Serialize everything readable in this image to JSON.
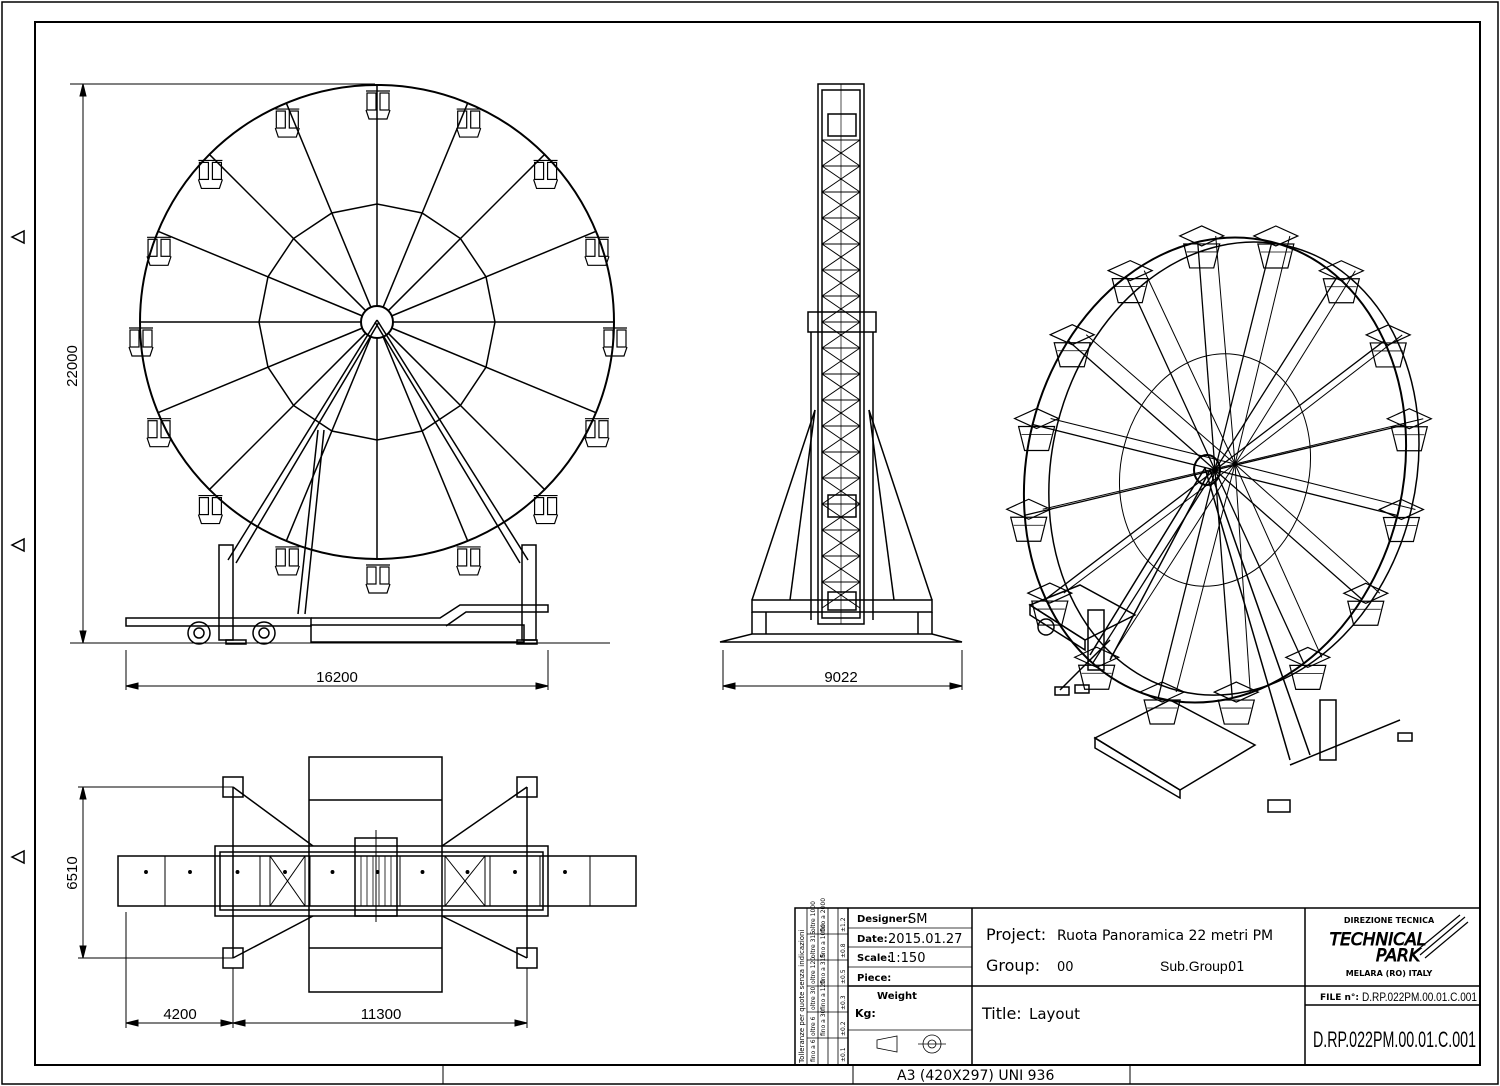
{
  "dimensions": {
    "front_height": "22000",
    "front_width": "16200",
    "side_width": "9022",
    "plan_depth": "6510",
    "plan_left": "4200",
    "plan_main": "11300"
  },
  "titleblock": {
    "designer_label": "Designer:",
    "designer": "SM",
    "date_label": "Date:",
    "date": "2015.01.27",
    "scale_label": "Scale:",
    "scale": "1:150",
    "piece_label": "Piece:",
    "weight_label": "Weight",
    "kg_label": "Kg:",
    "project_label": "Project:",
    "project": "Ruota Panoramica 22 metri PM",
    "group_label": "Group:",
    "group": "00",
    "subgroup_label": "Sub.Group:",
    "subgroup": "01",
    "title_label": "Title:",
    "title": "Layout",
    "company_top": "DIREZIONE TECNICA",
    "company_name_1": "TECHNICAL",
    "company_name_2": "PARK",
    "company_address": "MELARA (RO) ITALY",
    "file_label": "FILE n°:",
    "file_no": "D.RP.022PM.00.01.C.001",
    "drawing_no": "D.RP.022PM.00.01.C.001",
    "tolerance_title": "Tolleranze per quote senza indicazioni",
    "tolerance_rows": [
      [
        "oltre 1000",
        "fino a 2000",
        "±1.2"
      ],
      [
        "oltre 315",
        "fino a 1000",
        "±0.8"
      ],
      [
        "oltre 120",
        "fino a 315",
        "±0.5"
      ],
      [
        "oltre 30",
        "fino a 120",
        "±0.3"
      ],
      [
        "oltre 6",
        "fino a 30",
        "±0.2"
      ],
      [
        "fino a 6",
        "",
        "±0.1"
      ]
    ]
  },
  "sheet_format": "A3 (420X297) UNI 936"
}
